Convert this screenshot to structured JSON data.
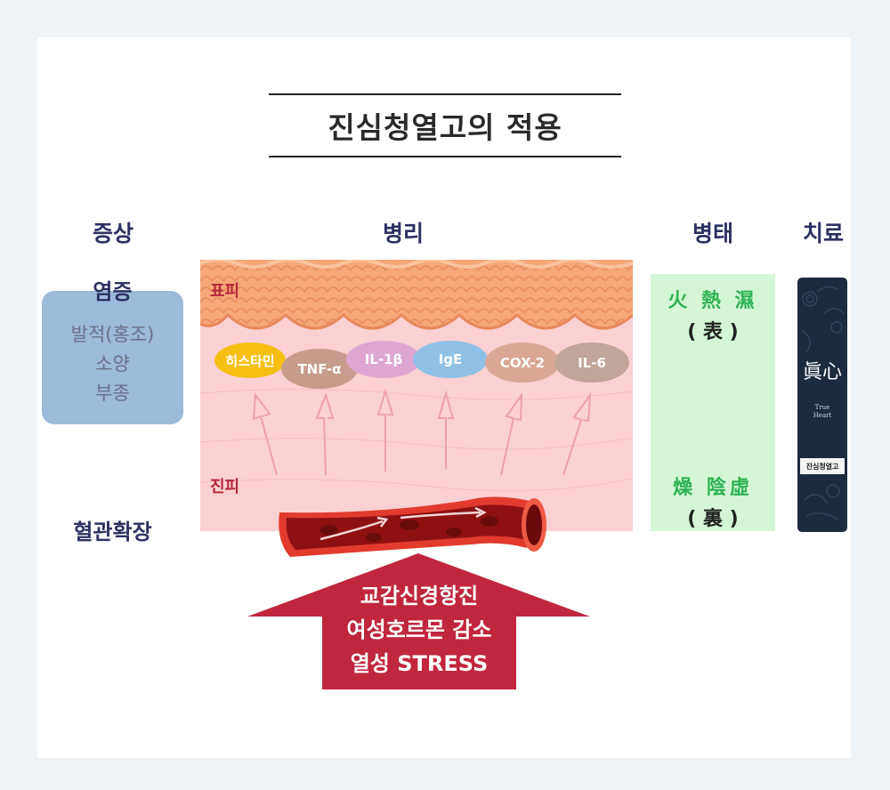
{
  "title": "진심청열고의 적용",
  "columns": {
    "symptom": "증상",
    "pathology": "병리",
    "pattern": "병태",
    "treatment": "치료"
  },
  "symptoms": {
    "inflammation_title": "염증",
    "items": [
      "발적(홍조)",
      "소양",
      "부종"
    ],
    "vasodilation": "혈관확장"
  },
  "skin": {
    "epidermis": "표피",
    "dermis": "진피",
    "mediators": [
      {
        "label": "히스타민",
        "color": "#f7bf12"
      },
      {
        "label": "TNF-α",
        "color": "#c79c8d"
      },
      {
        "label": "IL-1β",
        "color": "#dfa6d2"
      },
      {
        "label": "IgE",
        "color": "#8fc0e6"
      },
      {
        "label": "COX-2",
        "color": "#dba696"
      },
      {
        "label": "IL-6",
        "color": "#c0a59a"
      }
    ]
  },
  "pattern": {
    "top_main": "火 熱 濕",
    "top_sub": "( 表 )",
    "bottom_main": "燥  陰虛",
    "bottom_sub": "( 裏 )"
  },
  "product": {
    "hanja": "眞心",
    "english_1": "True",
    "english_2": "Heart",
    "name": "진심청열고"
  },
  "causes": [
    "교감신경항진",
    "여성호르몬 감소",
    "열성 STRESS"
  ],
  "colors": {
    "navy": "#2c3163",
    "symptom_box": "#9dbad9",
    "epidermis": "#f5a777",
    "dermis": "#fbd0d3",
    "pattern_box": "#d4f6d7",
    "pattern_text": "#2fb352",
    "arrow": "#c0273f"
  }
}
